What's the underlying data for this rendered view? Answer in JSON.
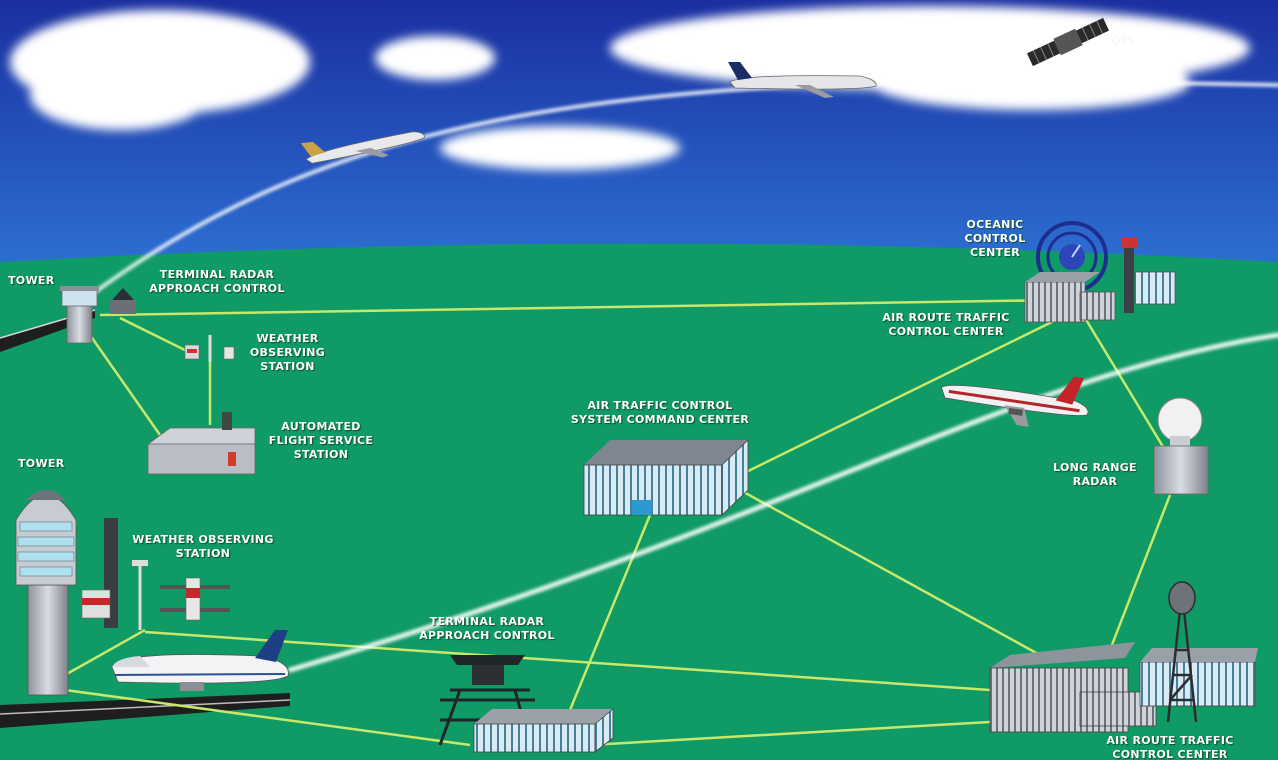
{
  "labels": {
    "gps": "GPS",
    "tower_top": "TOWER",
    "tracon_top": "TERMINAL RADAR\nAPPROACH CONTROL",
    "wx_station_top": "WEATHER\nOBSERVING\nSTATION",
    "afss": "AUTOMATED\nFLIGHT SERVICE\nSTATION",
    "oceanic": "OCEANIC\nCONTROL\nCENTER",
    "artcc_top": "AIR ROUTE TRAFFIC\nCONTROL CENTER",
    "atcscc": "AIR TRAFFIC CONTROL\nSYSTEM COMMAND CENTER",
    "long_range_radar": "LONG RANGE\nRADAR",
    "tower_bottom": "TOWER",
    "wx_station_bottom": "WEATHER OBSERVING\nSTATION",
    "tracon_bottom": "TERMINAL RADAR\nAPPROACH CONTROL",
    "artcc_bottom": "AIR ROUTE TRAFFIC\nCONTROL CENTER"
  },
  "colors": {
    "sky_top": "#1a33a8",
    "sky_bottom": "#2a6fd6",
    "ground": "#0f9a66",
    "link_line": "#c8e86a",
    "flight_path": "#ffffff",
    "building": "#b8bcc4"
  },
  "icons": [
    "satellite-icon",
    "airplane-icon",
    "radar-dish-icon",
    "control-tower-icon",
    "building-icon",
    "cloud-icon"
  ]
}
